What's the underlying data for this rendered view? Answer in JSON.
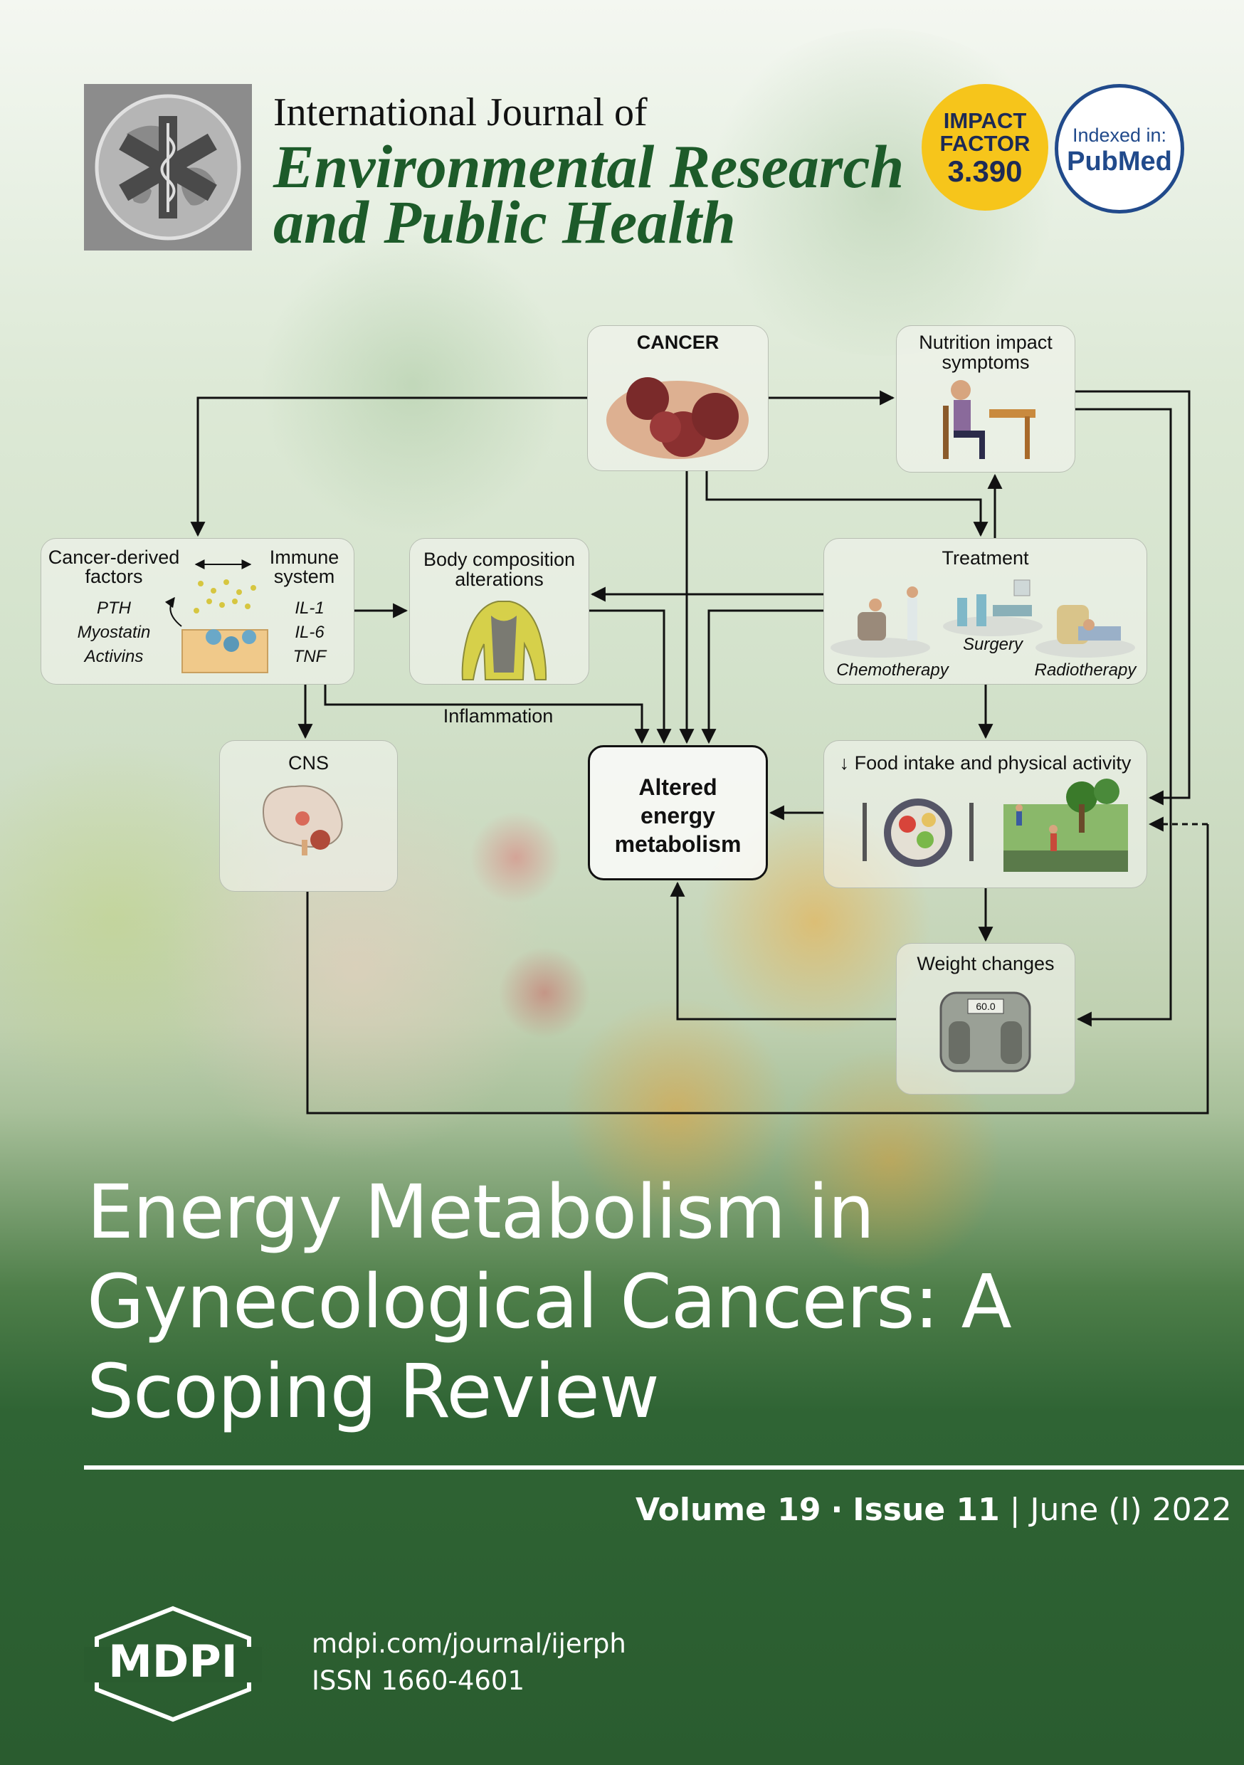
{
  "header": {
    "journal_prefix": "International Journal of",
    "journal_name_line1": "Environmental Research",
    "journal_name_line2": "and Public Health",
    "impact_factor": {
      "line1": "IMPACT",
      "line2": "FACTOR",
      "value": "3.390"
    },
    "indexed": {
      "line1": "Indexed in:",
      "line2": "PubMed"
    }
  },
  "diagram": {
    "cancer": "CANCER",
    "nutrition": [
      "Nutrition impact",
      "symptoms"
    ],
    "cancer_derived": [
      "Cancer-derived",
      "factors"
    ],
    "immune": [
      "Immune",
      "system"
    ],
    "factors_list": [
      "PTH",
      "Myostatin",
      "Activins"
    ],
    "immune_list": [
      "IL-1",
      "IL-6",
      "TNF"
    ],
    "body_comp": [
      "Body composition",
      "alterations"
    ],
    "treatment": "Treatment",
    "chemotherapy": "Chemotherapy",
    "surgery": "Surgery",
    "radiotherapy": "Radiotherapy",
    "inflammation": "Inflammation",
    "cns": "CNS",
    "altered": [
      "Altered",
      "energy",
      "metabolism"
    ],
    "food_intake": "↓ Food intake and physical activity",
    "weight": "Weight changes",
    "scale_display": "60.0"
  },
  "title": {
    "line1": "Energy Metabolism in",
    "line2": "Gynecological Cancers: A",
    "line3": "Scoping Review"
  },
  "issue": {
    "volume": "Volume 19",
    "separator": "·",
    "issue": "Issue 11",
    "divider": "|",
    "date": "June (I) 2022"
  },
  "footer": {
    "publisher": "MDPI",
    "website": "mdpi.com/journal/ijerph",
    "issn": "ISSN 1660-4601"
  },
  "colors": {
    "journal_green": "#1d5b2a",
    "impact_yellow": "#f6c51b",
    "pubmed_blue": "#214a8b",
    "footer_green": "#2a5c2f"
  }
}
